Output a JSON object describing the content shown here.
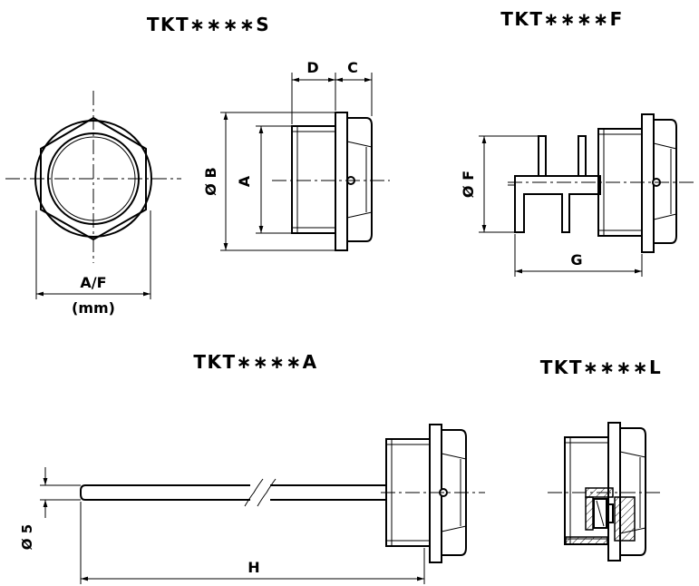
{
  "titles": {
    "s": "TKT∗∗∗∗S",
    "f": "TKT∗∗∗∗F",
    "a": "TKT∗∗∗∗A",
    "l": "TKT∗∗∗∗L"
  },
  "dims": {
    "af": "A/F",
    "mm": "(mm)",
    "d": "D",
    "c": "C",
    "ob": "Ø B",
    "a": "A",
    "of": "Ø F",
    "g": "G",
    "o5": "Ø 5",
    "h": "H"
  }
}
